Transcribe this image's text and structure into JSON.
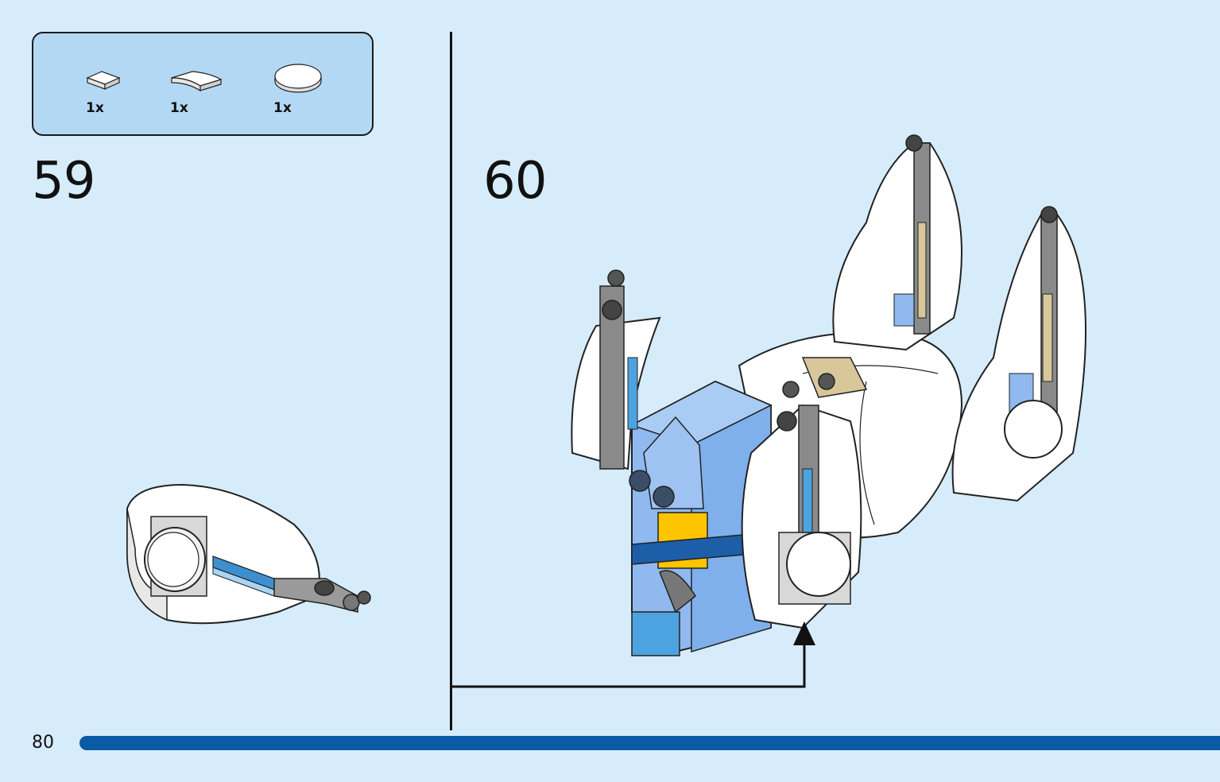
{
  "page": {
    "number": "80",
    "progress_fraction": 1.0,
    "background_color": "#d6ecfb",
    "accent_color": "#0b5aa6"
  },
  "parts_box": {
    "background_color": "#b3d8f4",
    "items": [
      {
        "icon": "white-tile-1x1-icon",
        "count": "1x"
      },
      {
        "icon": "white-curved-slope-icon",
        "count": "1x"
      },
      {
        "icon": "white-round-tile-2x2-icon",
        "count": "1x"
      }
    ]
  },
  "steps": [
    {
      "number": "59"
    },
    {
      "number": "60"
    }
  ]
}
